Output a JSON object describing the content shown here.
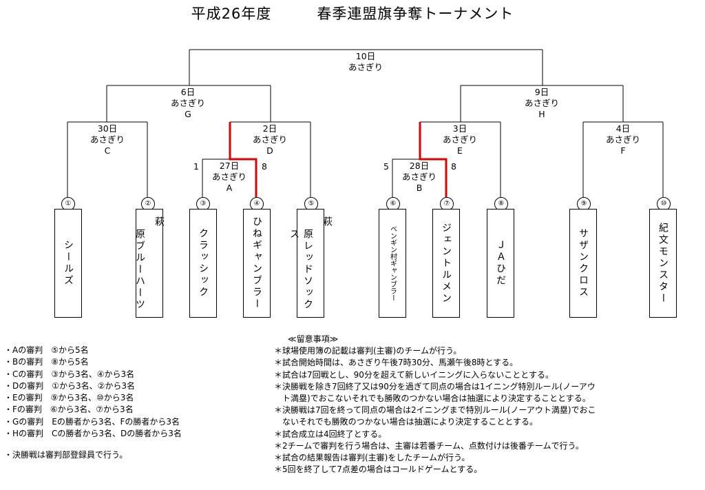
{
  "title": "平成26年度　　　春季連盟旗争奪トーナメント",
  "matches": {
    "final": {
      "date": "10日",
      "venue": "あさぎり",
      "code": ""
    },
    "left_semi": {
      "date": "6日",
      "venue": "あさぎり",
      "code": "G"
    },
    "right_semi": {
      "date": "9日",
      "venue": "あさぎり",
      "code": "H"
    },
    "c": {
      "date": "30日",
      "venue": "あさぎり",
      "code": "C"
    },
    "d": {
      "date": "2日",
      "venue": "あさぎり",
      "code": "D"
    },
    "e": {
      "date": "3日",
      "venue": "あさぎり",
      "code": "E"
    },
    "f": {
      "date": "4日",
      "venue": "あさぎり",
      "code": "F"
    },
    "a": {
      "date": "27日",
      "venue": "あさぎり",
      "code": "A",
      "score_left": "1",
      "score_right": "8"
    },
    "b": {
      "date": "28日",
      "venue": "あさぎり",
      "code": "B",
      "score_left": "5",
      "score_right": "8"
    }
  },
  "teams": [
    {
      "num": "①",
      "name": "シールズ"
    },
    {
      "num": "②",
      "name": "萩原ブルーハーツ",
      "line1": "萩",
      "line2": "原ブルーハーツ"
    },
    {
      "num": "③",
      "name": "クラッシック"
    },
    {
      "num": "④",
      "name": "ひねギャンブラー"
    },
    {
      "num": "⑤",
      "name": "萩原レッドソックス",
      "line1": "萩",
      "line2": "原レッドソックス"
    },
    {
      "num": "⑥",
      "name": "ベンギン村ギャンブラー"
    },
    {
      "num": "⑦",
      "name": "ジェントルメン"
    },
    {
      "num": "⑧",
      "name": "ＪＡひだ"
    },
    {
      "num": "⑨",
      "name": "サザンクロス"
    },
    {
      "num": "⑩",
      "name": "紀文モンスター"
    }
  ],
  "winners_highlight_color": "#e00000",
  "umpires": [
    "・Aの審判　⑤から5名",
    "・Bの審判　⑧から5名",
    "・Cの審判　③から3名、④から3名",
    "・Dの審判　①から3名、②から3名",
    "・Eの審判　⑨から3名、⑩から3名",
    "・Fの審判　⑥から3名、⑦から3名",
    "・Gの審判　Eの勝者から3名、Fの勝者から3名",
    "・Hの審判　Cの勝者から3名、Dの勝者から3名"
  ],
  "final_umpire": "・決勝戦は審判部登録員で行う。",
  "notes_heading": "≪留意事項≫",
  "notes": [
    "＊球場使用簿の記載は審判(主審)のチームが行う。",
    "＊試合開始時間は、あさぎり午後7時30分、馬瀬午後8時とする。",
    "＊試合は7回戦とし、90分を超えて新しいイニングに入らないこととする。",
    "＊決勝戦を除き7回終了又は90分を過ぎて同点の場合は1イニング特別ルール(ノーアウ",
    "ト満塁)でおこないそれでも勝敗のつかない場合は抽選により決定することとする。",
    "＊決勝戦は7回を終って同点の場合は2イニングまで特別ルール(ノーアウト満塁)でおこ",
    "ないそれでも勝敗のつかない場合は抽選により決定することとする。",
    "＊試合成立は4回終了とする。",
    "＊2チームで審判を行う場合は、主審は若番チーム、点数付けは後番チームで行う。",
    "＊試合の結果報告は審判(主審)をしたチームが行う。",
    "＊5回を終了して7点差の場合はコールドゲームとする。"
  ]
}
